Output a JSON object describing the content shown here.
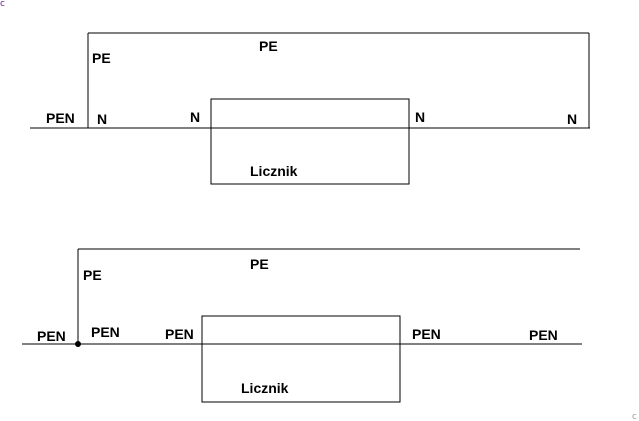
{
  "colors": {
    "line": "#000000",
    "background": "#ffffff",
    "corner_mark_top": "#6a1b9a",
    "corner_mark_bottom": "#9e9e9e"
  },
  "top_diagram": {
    "pe_wire_label": "PE",
    "pe_branch_label": "PE",
    "pen_label": "PEN",
    "n_labels": [
      "N",
      "N",
      "N",
      "N"
    ],
    "meter_label": "Licznik"
  },
  "bottom_diagram": {
    "pe_wire_label": "PE",
    "pe_branch_label": "PE",
    "pen_labels": [
      "PEN",
      "PEN",
      "PEN",
      "PEN",
      "PEN"
    ],
    "meter_label": "Licznik"
  },
  "corner_marks": {
    "top_left": "c",
    "bottom_right": "c"
  }
}
